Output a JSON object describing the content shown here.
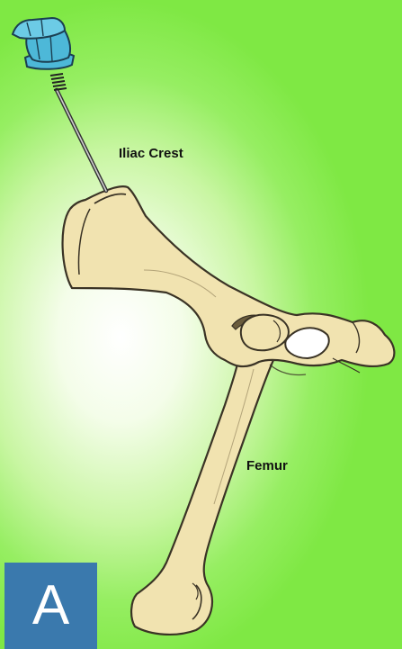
{
  "labels": {
    "iliac_crest": "Iliac Crest",
    "femur": "Femur"
  },
  "panel_letter": "A",
  "colors": {
    "bone": "#f1e3b0",
    "outline": "#3a3325",
    "background_green": "#7fe844",
    "badge": "#3a79ad",
    "needle_handle": "#4db8d8"
  },
  "icons": {
    "needle": "bone-marrow-needle-icon"
  }
}
